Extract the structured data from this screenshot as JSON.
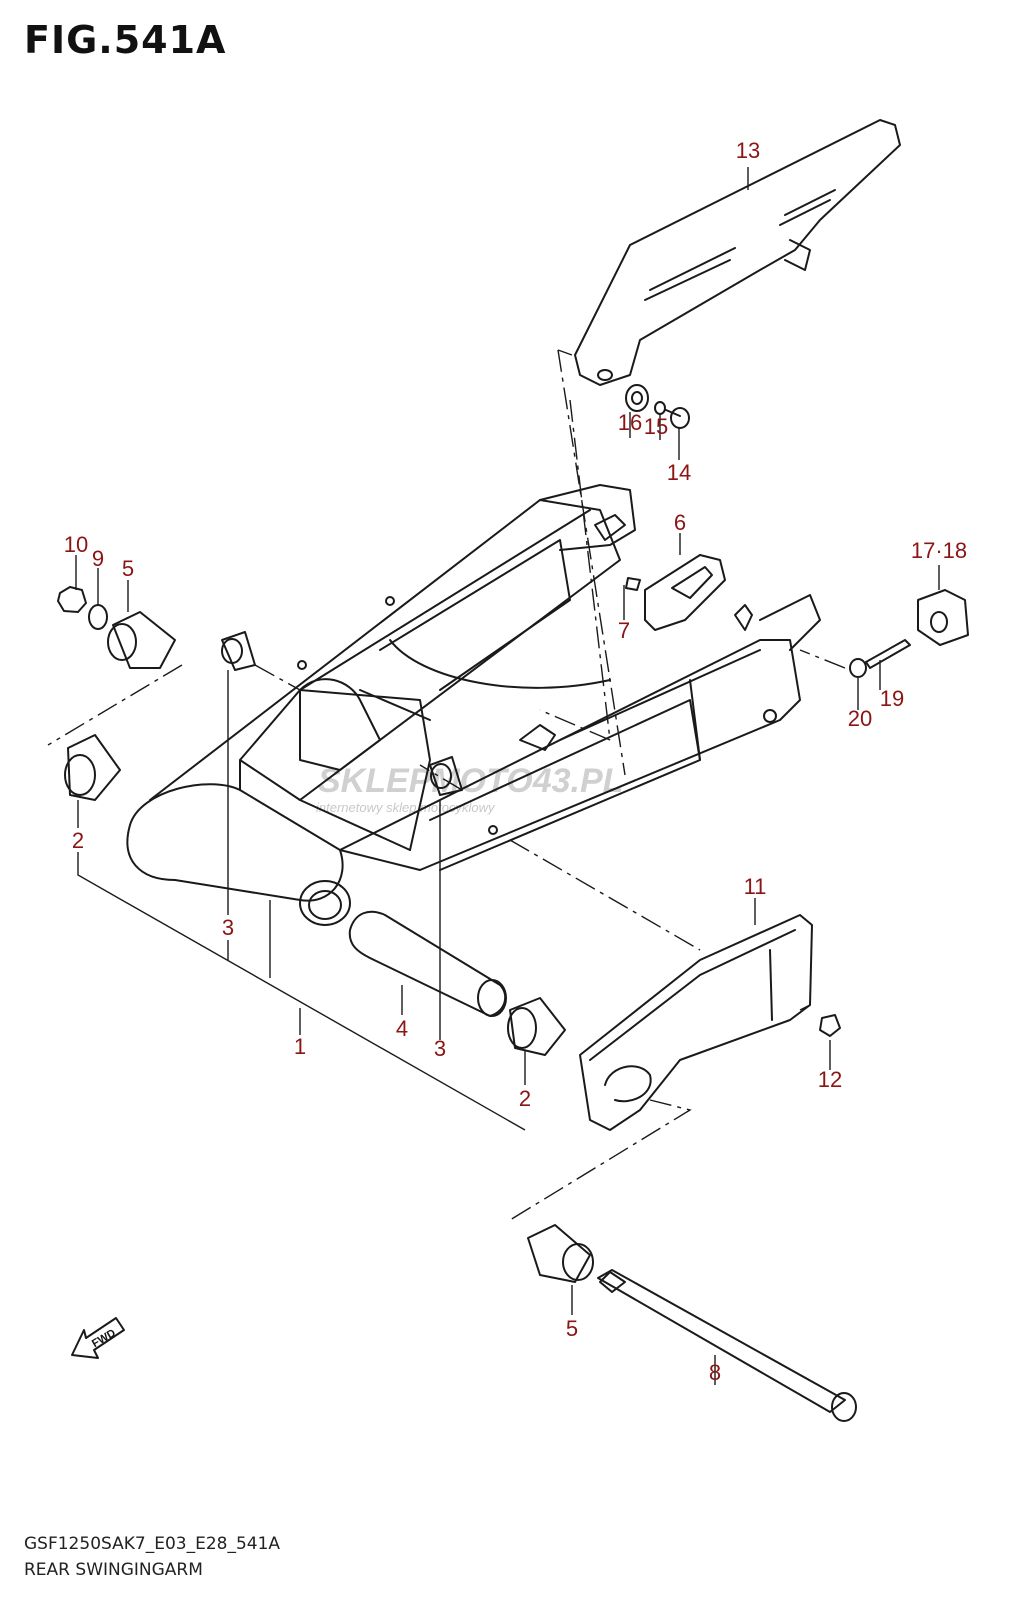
{
  "figure": {
    "title": "FIG.541A",
    "model_code": "GSF1250SAK7_E03_E28_541A",
    "name": "REAR SWINGINGARM"
  },
  "watermark": {
    "brand": "SKLEPMOTO43.PL",
    "tagline": "internetowy sklep motocyklowy"
  },
  "fwd_label": "FWD",
  "callouts": {
    "c1": "1",
    "c2a": "2",
    "c2b": "2",
    "c3a": "3",
    "c3b": "3",
    "c4": "4",
    "c5a": "5",
    "c5b": "5",
    "c6": "6",
    "c7": "7",
    "c8": "8",
    "c9": "9",
    "c10": "10",
    "c11": "11",
    "c12": "12",
    "c13": "13",
    "c14": "14",
    "c15": "15",
    "c16": "16",
    "c1718": "17·18",
    "c19": "19",
    "c20": "20"
  }
}
